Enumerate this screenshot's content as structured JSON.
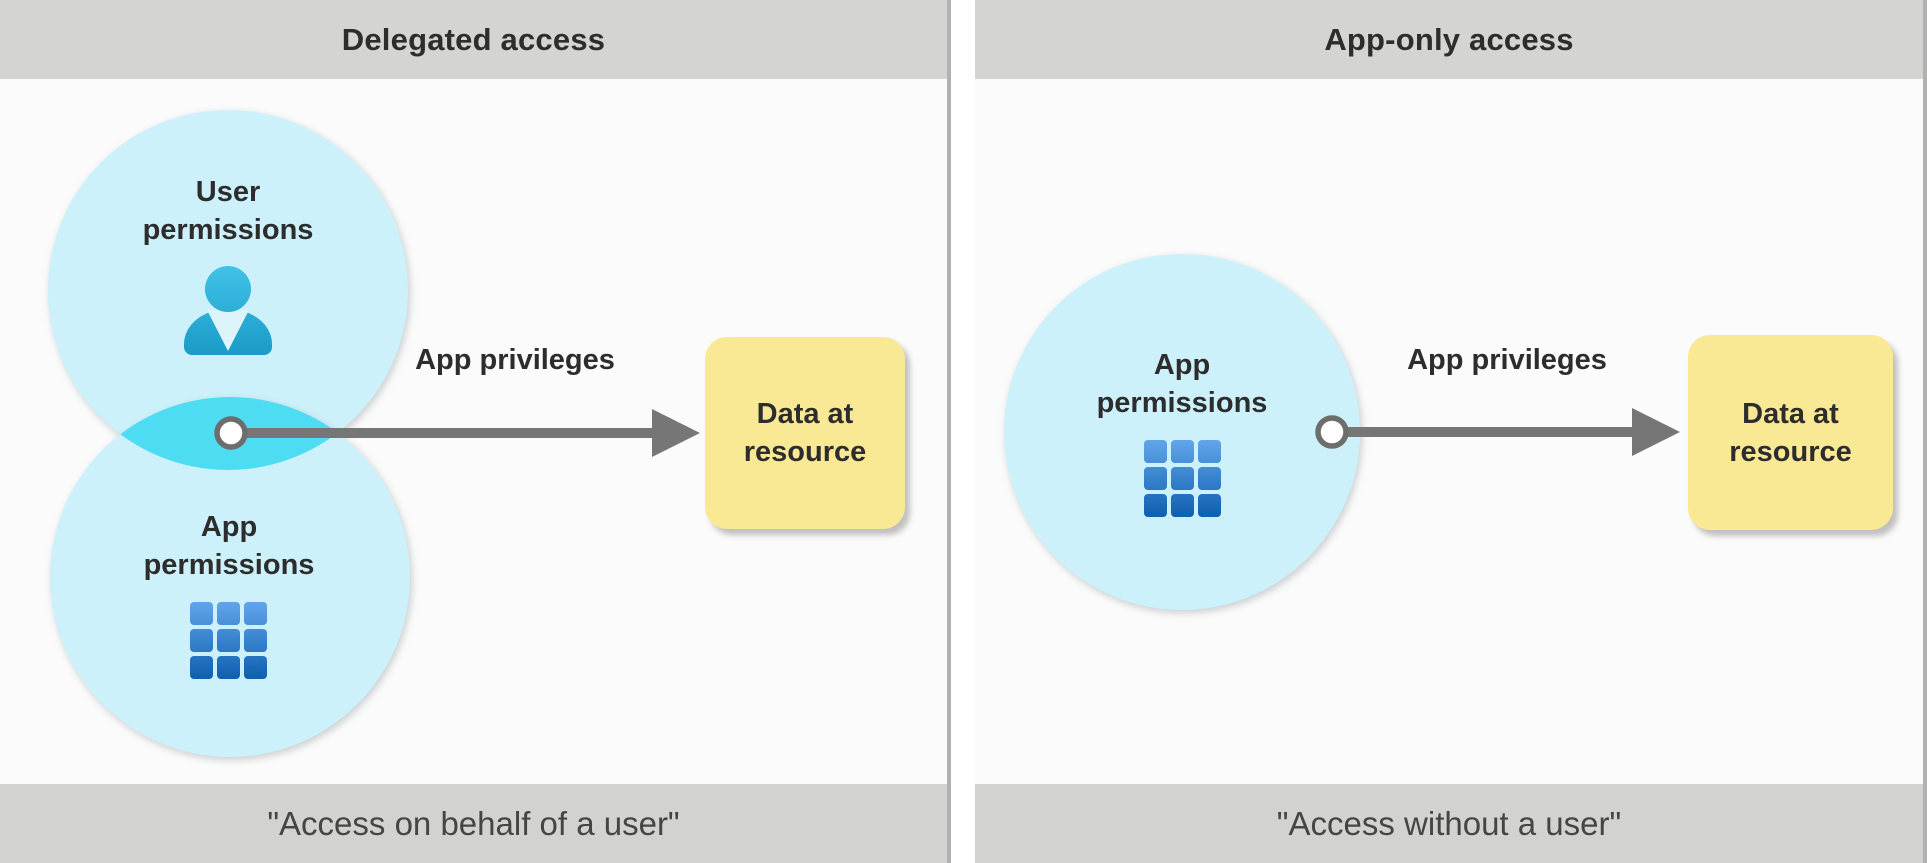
{
  "colors": {
    "panel_bg": "#fbfbfb",
    "header_bg": "#d4d4d3",
    "footer_bg": "#d2d2d0",
    "panel_border": "#b1b1b1",
    "circle_fill": "#cdf1fa",
    "overlap_fill": "#4edcf2",
    "arrow_gray": "#767676",
    "connector_ring": "#6d6d6d",
    "resource_fill": "#f9e995",
    "person_icon_top": "#41c2e8",
    "person_icon_bottom": "#189ac6",
    "grid_icon_top": "#63a6ea",
    "grid_icon_bottom": "#0e5fb0",
    "text_dark": "#2d2d2d",
    "caption_text": "#454545"
  },
  "left_panel": {
    "title": "Delegated access",
    "user_circle_label": "User permissions",
    "app_circle_label": "App permissions",
    "arrow_label": "App privileges",
    "resource_label": "Data at resource",
    "caption": "\"Access on behalf of a user\"",
    "icons": {
      "user": "user-icon",
      "app": "app-grid-icon"
    }
  },
  "right_panel": {
    "title": "App-only access",
    "app_circle_label": "App permissions",
    "arrow_label": "App privileges",
    "resource_label": "Data at resource",
    "caption": "\"Access without a user\"",
    "icons": {
      "app": "app-grid-icon"
    }
  }
}
